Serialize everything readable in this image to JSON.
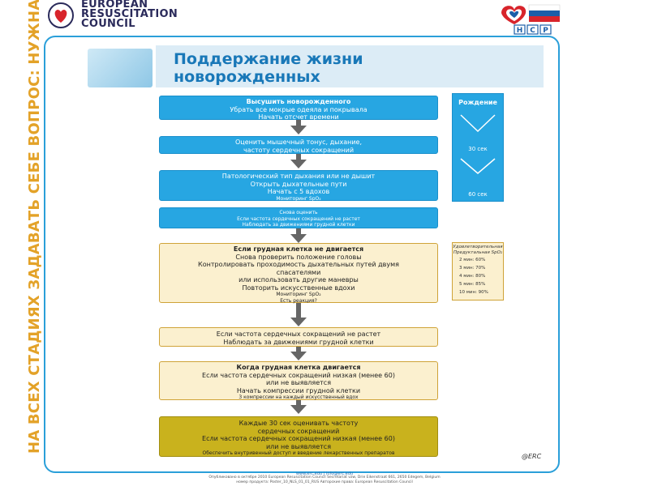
{
  "header": {
    "org_line1": "EUROPEAN",
    "org_line2": "RESUSCITATION",
    "org_line3": "COUNCIL",
    "nsr_letters": [
      "Н",
      "С",
      "Р"
    ]
  },
  "title": {
    "line1": "Поддержание жизни",
    "line2": "новорожденных"
  },
  "side_label": "НА ВСЕХ СТАДИЯХ ЗАДАВАТЬ СЕБЕ ВОПРОС: НУЖНА ЛИ ПОМОЩЬ?",
  "steps": {
    "s1": {
      "l1": "Высушить новорожденного",
      "l2": "Убрать все мокрые одеяла и покрывала",
      "l3": "Начать отсчет времени"
    },
    "s2": {
      "l1": "Оценить мышечный тонус, дыхание,",
      "l2": "частоту сердечных сокращений"
    },
    "s3": {
      "l1": "Патологический тип дыхания или не дышит",
      "l2": "Открыть дыхательные пути",
      "l3": "Начать с 5 вдохов",
      "l4": "Мониторинг SpO₂"
    },
    "s4": {
      "l1": "Снова оценить",
      "l2": "Если частота сердечных сокращений не растет",
      "l3": "Наблюдать за движениями грудной клетки"
    },
    "s5": {
      "l1": "Если грудная клетка не двигается",
      "l2": "Снова проверить положение головы",
      "l3": "Контролировать проходимость дыхательных путей двумя",
      "l4": "спасателями",
      "l5": "или использовать другие маневры",
      "l6": "Повторить искусственные вдохи",
      "l7": "Мониторинг SpO₂",
      "l8": "Есть реакция?"
    },
    "s6": {
      "l1": "Если частота сердечных сокращений не растет",
      "l2": "Наблюдать за движениями грудной клетки"
    },
    "s7": {
      "l1": "Когда грудная клетка двигается",
      "l2": "Если частота сердечных сокращений низкая (менее 60)",
      "l3": "или не выявляется",
      "l4": "Начать компрессии грудной клетки",
      "l5": "3 компрессии на каждый искусственный вдох"
    },
    "s8": {
      "l1": "Каждые 30 сек оценивать частоту",
      "l2": "сердечных сокращений",
      "l3": "Если частота сердечных сокращений низкая (менее 60)",
      "l4": "или не выявляется",
      "l5": "Обеспечить внутривенный доступ и введение лекарственных препаратов"
    }
  },
  "timeline": {
    "title": "Рождение",
    "t30": "30 сек",
    "t60": "60 сек"
  },
  "spo2": {
    "header": "Удовлетворительная Предуктальная SpO₂",
    "rows": [
      "2 мин: 60%",
      "3 мин: 70%",
      "4 мин: 80%",
      "5 мин: 85%",
      "10 мин: 90%"
    ]
  },
  "elrc": "@ERC",
  "footer": {
    "url": "www.erc.edu | info@erc.edu",
    "line1": "Опубликовано в октябре 2010 European Resuscitation Council Secretariat vzw, Drie Eikenstraat 661, 2650 Edegem, Belgium",
    "line2": "номер продукта: Poster_10_NLS_01_01_RUS  Авторские права: European Resuscitation Council"
  },
  "colors": {
    "blue": "#27a6e2",
    "cream": "#fbf0cf",
    "olive": "#c9b21d",
    "frame": "#2a9fd9",
    "side_label": "#e3a228"
  }
}
